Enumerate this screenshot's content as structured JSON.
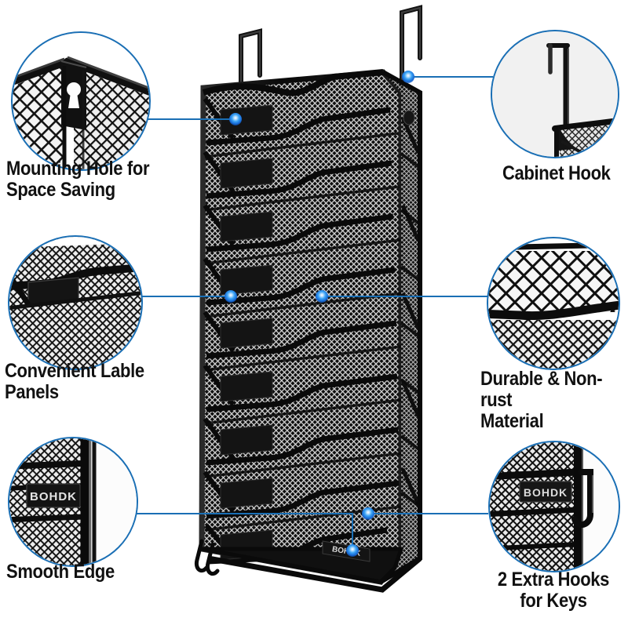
{
  "page": {
    "kind": "product-feature-infographic",
    "brand": "BOHDK",
    "product": "Wall / over-door mesh hanging file organizer",
    "background_color": "#ffffff",
    "accent_color": "#1a6fb5",
    "dot_color": "#1667d4",
    "text_color": "#111111",
    "bubble_fill": "#f1f1f1"
  },
  "callouts": [
    {
      "id": "mounting-hole",
      "label": "Mounting Hole for\nSpace Saving",
      "side": "left",
      "depicts": "keyhole-shaped mounting hole punched in a black mesh panel corner"
    },
    {
      "id": "cabinet-hook",
      "label": "Cabinet Hook",
      "side": "right",
      "depicts": "tall metal over-the-door / cabinet hook attached to the organizer top rail"
    },
    {
      "id": "label-panels",
      "label": "Convenient Lable\nPanels",
      "side": "left",
      "depicts": "black rectangular label panel mounted on a mesh pocket front"
    },
    {
      "id": "durable-material",
      "label": "Durable & Non-rust\nMaterial",
      "side": "right",
      "depicts": "close-up of the woven diamond steel mesh weave"
    },
    {
      "id": "smooth-edge",
      "label": "Smooth Edge",
      "side": "left",
      "depicts": "rolled smooth side edge of the frame with the BOHDK logo plate"
    },
    {
      "id": "extra-hooks",
      "label": "2 Extra Hooks\nfor Keys",
      "side": "right",
      "depicts": "small key hook on the lower frame beside the BOHDK logo plate"
    }
  ],
  "product_art": {
    "tier_count": 9,
    "door_hooks": 2,
    "key_hooks": 2,
    "logo_text": "BOHDK"
  }
}
